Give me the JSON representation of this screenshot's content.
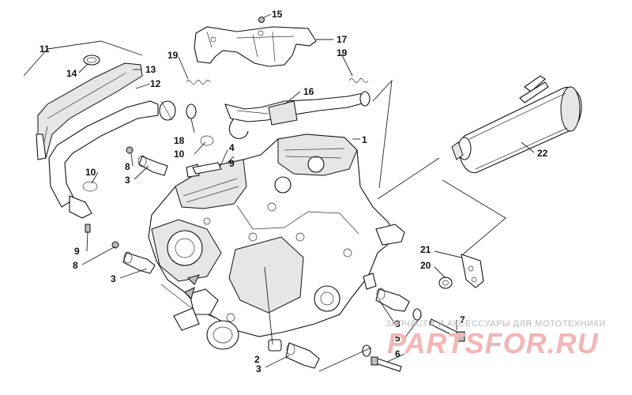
{
  "callouts": [
    {
      "id": "c1",
      "label": "1"
    },
    {
      "id": "c2",
      "label": "2"
    },
    {
      "id": "c3a",
      "label": "3"
    },
    {
      "id": "c3b",
      "label": "3"
    },
    {
      "id": "c3c",
      "label": "3"
    },
    {
      "id": "c3d",
      "label": "3"
    },
    {
      "id": "c4",
      "label": "4"
    },
    {
      "id": "c5",
      "label": "5"
    },
    {
      "id": "c6",
      "label": "6"
    },
    {
      "id": "c7",
      "label": "7"
    },
    {
      "id": "c8a",
      "label": "8"
    },
    {
      "id": "c8b",
      "label": "8"
    },
    {
      "id": "c9a",
      "label": "9"
    },
    {
      "id": "c9b",
      "label": "9"
    },
    {
      "id": "c10a",
      "label": "10"
    },
    {
      "id": "c10b",
      "label": "10"
    },
    {
      "id": "c11",
      "label": "11"
    },
    {
      "id": "c12",
      "label": "12"
    },
    {
      "id": "c13",
      "label": "13"
    },
    {
      "id": "c14",
      "label": "14"
    },
    {
      "id": "c15",
      "label": "15"
    },
    {
      "id": "c16",
      "label": "16"
    },
    {
      "id": "c17",
      "label": "17"
    },
    {
      "id": "c18",
      "label": "18"
    },
    {
      "id": "c19a",
      "label": "19"
    },
    {
      "id": "c19b",
      "label": "19"
    },
    {
      "id": "c20",
      "label": "20"
    },
    {
      "id": "c21",
      "label": "21"
    },
    {
      "id": "c22",
      "label": "22"
    }
  ],
  "watermark": {
    "caption": "ЗАПЧАСТИ И АКСЕССУАРЫ ДЛЯ МОТОТЕХНИКИ",
    "logo": "PARTSFOR.RU",
    "color": "#e05a5a"
  }
}
